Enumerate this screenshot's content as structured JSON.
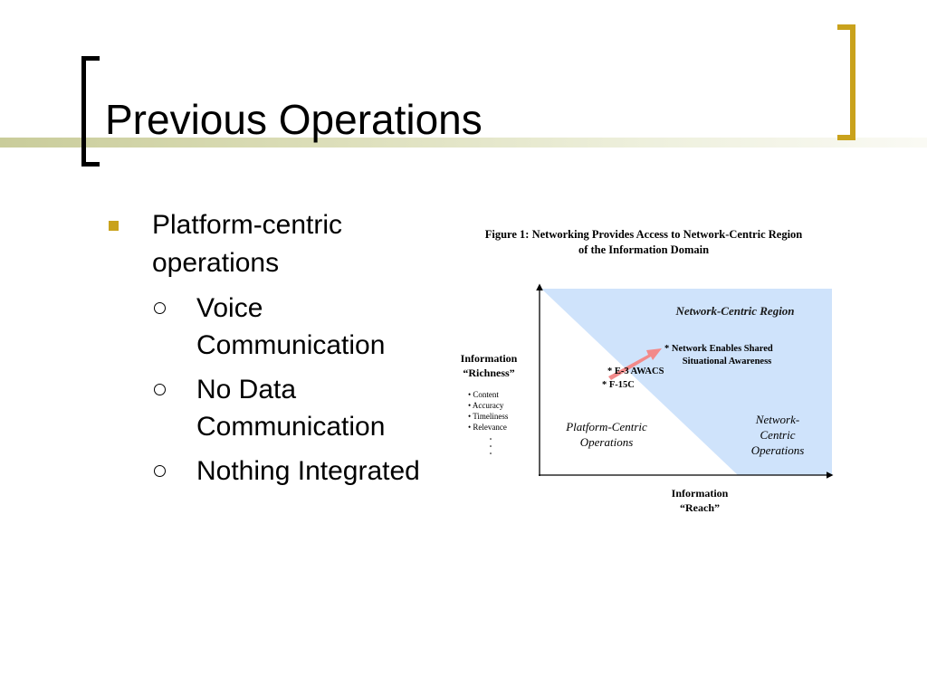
{
  "slide": {
    "title": "Previous Operations"
  },
  "bullets": {
    "main": "Platform-centric operations",
    "sub": [
      "Voice Communication",
      "No Data Communication",
      "Nothing Integrated"
    ]
  },
  "figure": {
    "caption_line1": "Figure 1: Networking Provides Access to Network-Centric Region",
    "caption_line2": "of the Information Domain",
    "y_label_line1": "Information",
    "y_label_line2": "“Richness”",
    "y_items": [
      "• Content",
      "• Accuracy",
      "• Timeliness",
      "• Relevance"
    ],
    "x_label_line1": "Information",
    "x_label_line2": "“Reach”",
    "network_region": "Network-Centric Region",
    "annotation_line1": "* Network  Enables Shared",
    "annotation_line2": "Situational Awareness",
    "awacs": "* E-3 AWACS",
    "f15": "* F-15C",
    "platform_line1": "Platform-Centric",
    "platform_line2": "Operations",
    "ncops_line1": "Network-",
    "ncops_line2": "Centric",
    "ncops_line3": "Operations",
    "colors": {
      "region": "#cfe3fb",
      "arrow": "#f28a8a",
      "accent": "#c9a21c"
    }
  }
}
